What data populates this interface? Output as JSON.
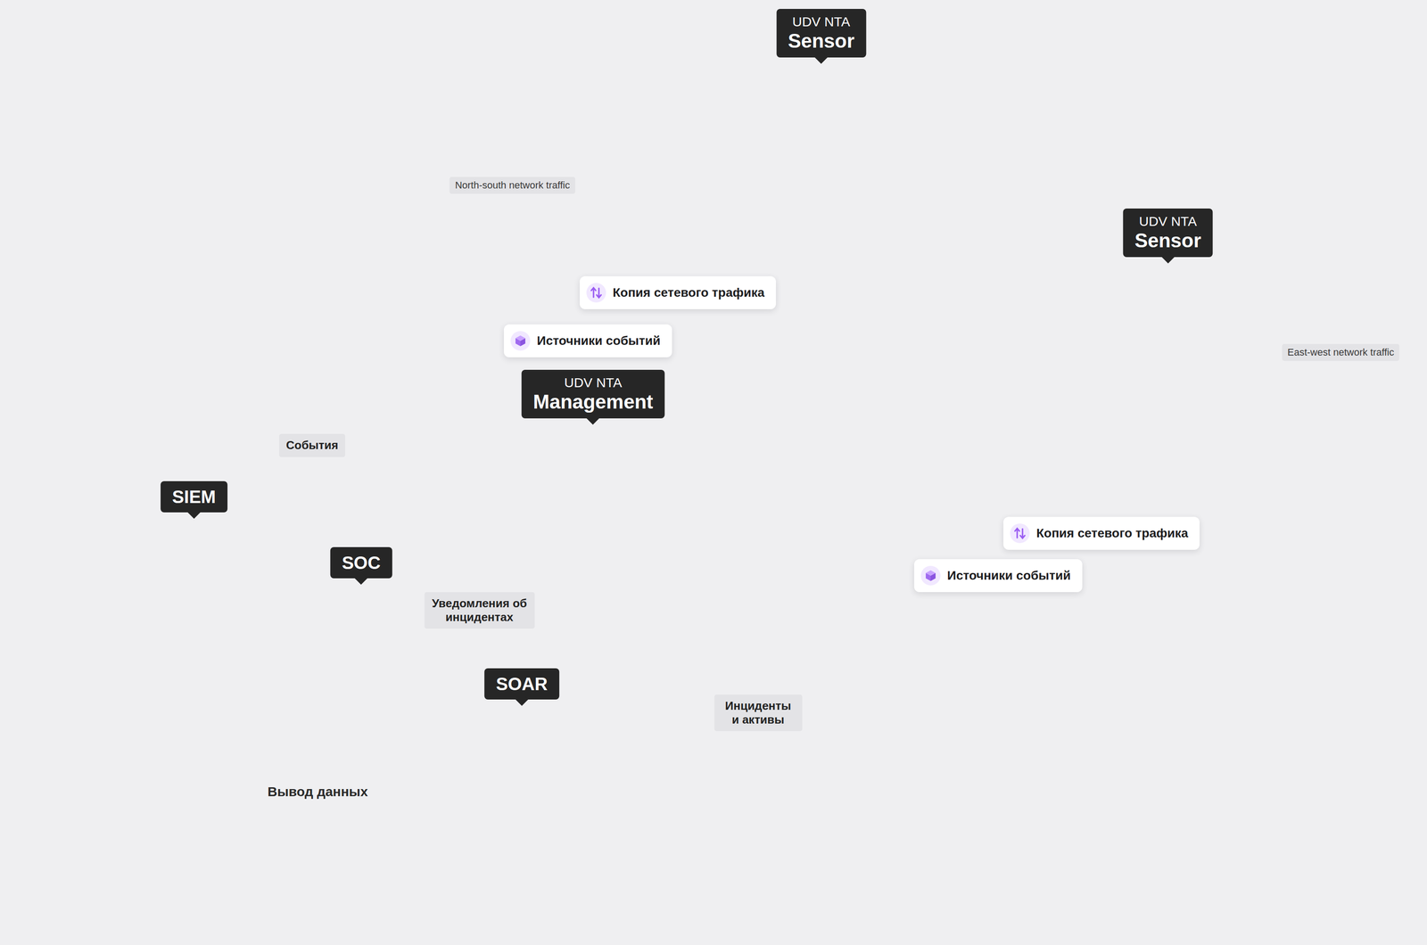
{
  "diagram": {
    "nodes": [
      {
        "text": [
          "UDV NTA",
          "Sensor"
        ]
      },
      {
        "text": [
          "Копия сетевого трафика"
        ]
      },
      {
        "text": [
          "Источники событий"
        ]
      },
      {
        "text": [
          "UDV NTA",
          "Sensor"
        ]
      },
      {
        "text": [
          "Копия сетевого трафика"
        ]
      },
      {
        "text": [
          "Источники событий"
        ]
      },
      {
        "text": [
          "UDV NTA",
          "Management"
        ]
      },
      {
        "text": [
          "Вывод данных"
        ]
      },
      {
        "text": [
          "SIEM"
        ],
        "in": 7
      },
      {
        "text": [
          "SOC"
        ],
        "in": 7
      },
      {
        "text": [
          "SOAR"
        ],
        "in": 7
      }
    ],
    "edges": [
      {
        "from": 1,
        "to": 0,
        "arrow": "none"
      },
      {
        "from": 2,
        "to": 0,
        "arrow": "none"
      },
      {
        "from": 0,
        "to": 6,
        "arrow": "none"
      },
      {
        "from": 4,
        "to": 3,
        "arrow": "none"
      },
      {
        "from": 5,
        "to": 3,
        "arrow": "none"
      },
      {
        "from": 3,
        "to": 6,
        "arrow": "none"
      },
      {
        "from": 6,
        "to": 8,
        "label": "События",
        "arrow": "none"
      },
      {
        "from": 6,
        "to": 9,
        "label": "Уведомления об инцидентах",
        "arrow": "none"
      },
      {
        "from": 6,
        "to": 10,
        "label": "Инциденты и активы",
        "arrow": "none"
      }
    ],
    "labels": [
      "North-south network traffic",
      "East-west network traffic"
    ]
  }
}
